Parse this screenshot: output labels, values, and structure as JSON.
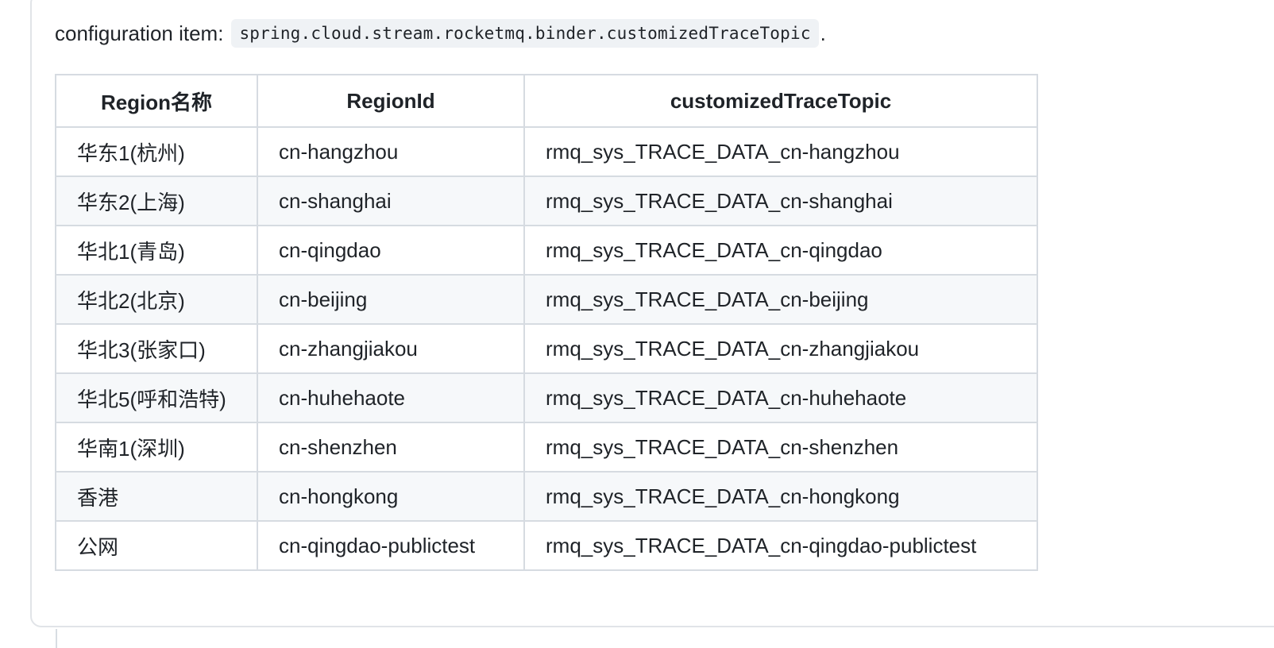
{
  "config": {
    "label": "configuration item:",
    "code": "spring.cloud.stream.rocketmq.binder.customizedTraceTopic",
    "period": "."
  },
  "table": {
    "headers": [
      "Region名称",
      "RegionId",
      "customizedTraceTopic"
    ],
    "rows": [
      [
        "华东1(杭州)",
        "cn-hangzhou",
        "rmq_sys_TRACE_DATA_cn-hangzhou"
      ],
      [
        "华东2(上海)",
        "cn-shanghai",
        "rmq_sys_TRACE_DATA_cn-shanghai"
      ],
      [
        "华北1(青岛)",
        "cn-qingdao",
        "rmq_sys_TRACE_DATA_cn-qingdao"
      ],
      [
        "华北2(北京)",
        "cn-beijing",
        "rmq_sys_TRACE_DATA_cn-beijing"
      ],
      [
        "华北3(张家口)",
        "cn-zhangjiakou",
        "rmq_sys_TRACE_DATA_cn-zhangjiakou"
      ],
      [
        "华北5(呼和浩特)",
        "cn-huhehaote",
        "rmq_sys_TRACE_DATA_cn-huhehaote"
      ],
      [
        "华南1(深圳)",
        "cn-shenzhen",
        "rmq_sys_TRACE_DATA_cn-shenzhen"
      ],
      [
        "香港",
        "cn-hongkong",
        "rmq_sys_TRACE_DATA_cn-hongkong"
      ],
      [
        "公网",
        "cn-qingdao-publictest",
        "rmq_sys_TRACE_DATA_cn-qingdao-publictest"
      ]
    ]
  },
  "colors": {
    "border": "#d6dbe1",
    "row_alt": "#f6f8fa",
    "code_bg": "#eff2f5",
    "text": "#1f2328"
  }
}
